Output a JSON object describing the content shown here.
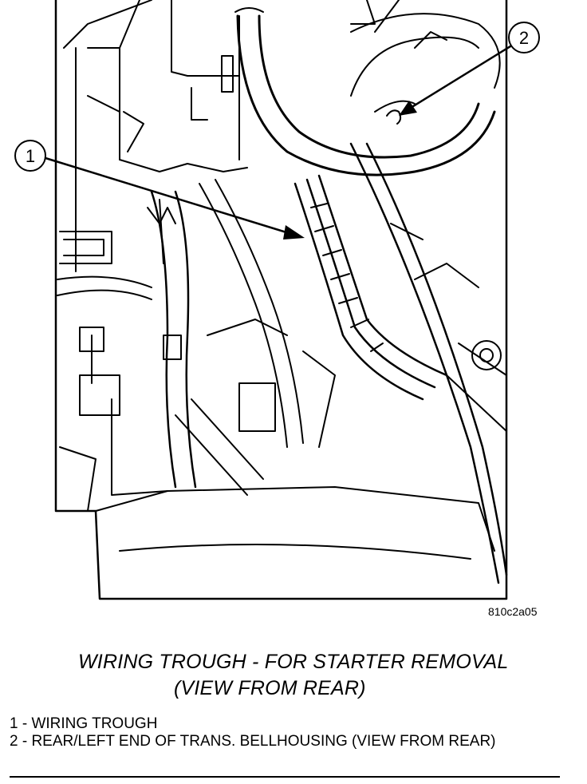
{
  "figure_code": "810c2a05",
  "callouts": [
    {
      "number": "1"
    },
    {
      "number": "2"
    }
  ],
  "caption": {
    "line1": "WIRING TROUGH - FOR STARTER REMOVAL",
    "line2": "(VIEW FROM REAR)"
  },
  "legend": [
    "1 - WIRING TROUGH",
    "2 - REAR/LEFT END OF TRANS. BELLHOUSING (VIEW FROM REAR)"
  ]
}
